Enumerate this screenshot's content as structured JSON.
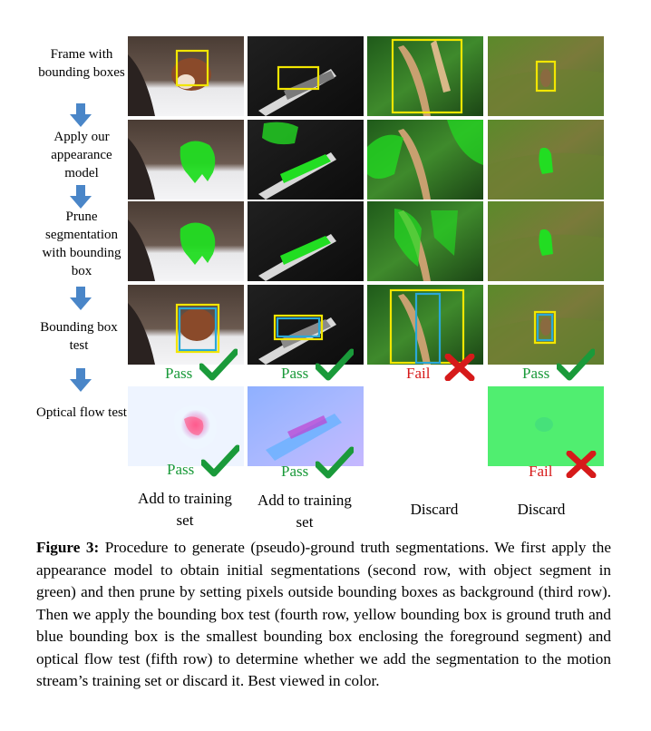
{
  "steps": [
    "Frame with bounding boxes",
    "Apply our appearance model",
    "Prune segmentation with bounding box",
    "Bounding box test",
    "Optical flow test"
  ],
  "results": {
    "bbox_test": [
      "Pass",
      "Pass",
      "Fail",
      "Pass"
    ],
    "flow_test": [
      "Pass",
      "Pass",
      "Fail"
    ]
  },
  "outcomes": [
    "Add to training set",
    "Add to training set",
    "Discard",
    "Discard"
  ],
  "caption": {
    "label": "Figure 3:",
    "text": "Procedure to generate (pseudo)-ground truth segmentations. We first apply the appearance model to obtain initial segmentations (second row, with object segment in green) and then prune by setting pixels outside bounding boxes as background (third row). Then we apply the bounding box test (fourth row, yellow bounding box is ground truth and blue bounding box is the smallest bounding box enclosing the foreground segment) and optical flow test (fifth row) to determine whether we add the segmentation to the motion stream’s training set or discard it. Best viewed in color."
  },
  "colors": {
    "arrow": "#4a86c8",
    "pass": "#1a9a3a",
    "fail": "#d61a1a",
    "segment": "#22dd22",
    "gt_box": "#f2e600",
    "pred_box": "#2aa8d8"
  }
}
